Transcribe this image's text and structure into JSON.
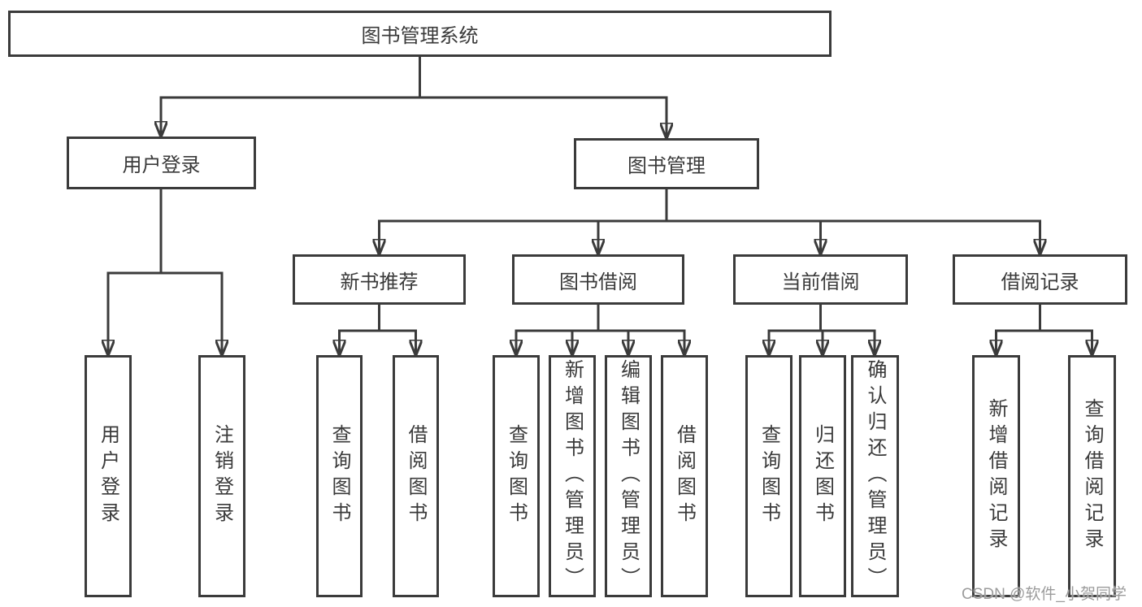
{
  "diagram": {
    "root": {
      "label": "图书管理系统"
    },
    "level2": {
      "user_login": {
        "label": "用户登录"
      },
      "book_mgmt": {
        "label": "图书管理"
      }
    },
    "level3": {
      "new_rec": {
        "label": "新书推荐"
      },
      "borrow": {
        "label": "图书借阅"
      },
      "current": {
        "label": "当前借阅"
      },
      "records": {
        "label": "借阅记录"
      }
    },
    "leaves": {
      "user_login_1": {
        "label": "用户登录"
      },
      "user_login_2": {
        "label": "注销登录"
      },
      "new_rec_1": {
        "label": "查询图书"
      },
      "new_rec_2": {
        "label": "借阅图书"
      },
      "borrow_1": {
        "label": "查询图书"
      },
      "borrow_2": {
        "label": "新增图书（管理员）"
      },
      "borrow_3": {
        "label": "编辑图书（管理员）"
      },
      "borrow_4": {
        "label": "借阅图书"
      },
      "current_1": {
        "label": "查询图书"
      },
      "current_2": {
        "label": "归还图书"
      },
      "current_3": {
        "label": "确认归还（管理员）"
      },
      "records_1": {
        "label": "新增借阅记录"
      },
      "records_2": {
        "label": "查询借阅记录"
      }
    }
  },
  "watermark": {
    "text": "CSDN @软件_小贺同学"
  },
  "colors": {
    "line": "#3b3b3b",
    "box_border": "#3b3b3b",
    "text": "#3a3a3a",
    "background": "#ffffff",
    "watermark": "#9c9c9c"
  }
}
